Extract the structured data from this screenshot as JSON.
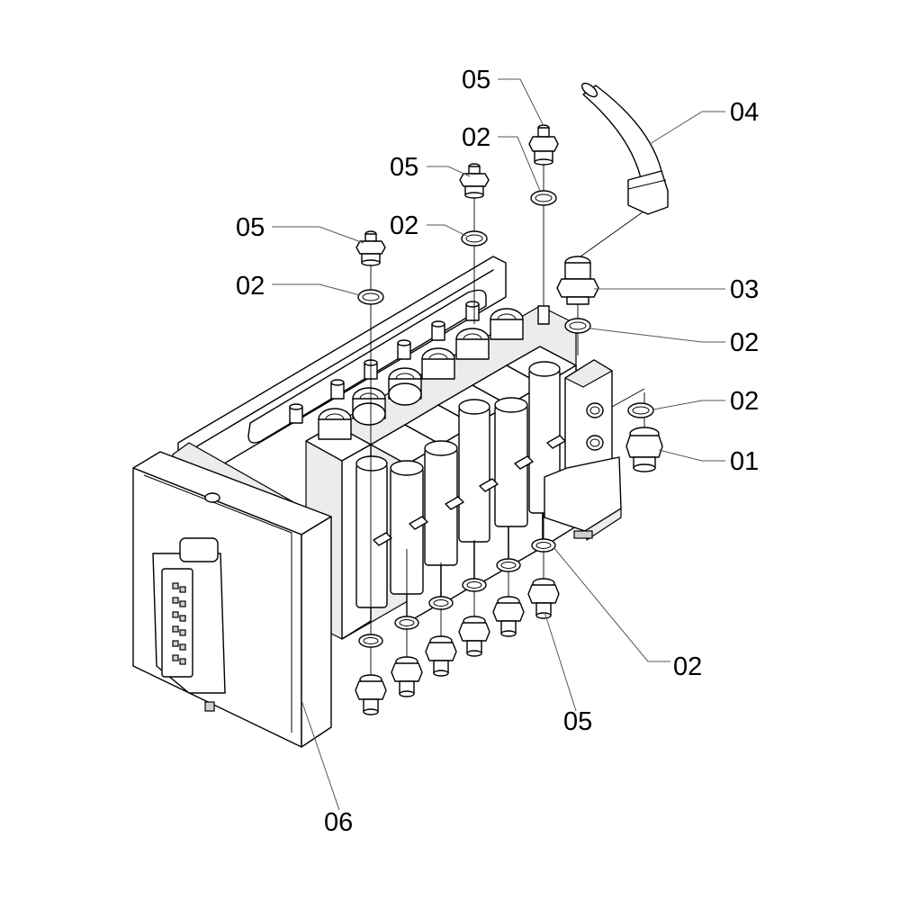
{
  "labels": {
    "c01": "01",
    "c02_a": "02",
    "c02_b": "02",
    "c02_c": "02",
    "c02_d": "02",
    "c02_e": "02",
    "c02_f": "02",
    "c03": "03",
    "c04": "04",
    "c05_a": "05",
    "c05_b": "05",
    "c05_c": "05",
    "c05_d": "05",
    "c06": "06"
  }
}
